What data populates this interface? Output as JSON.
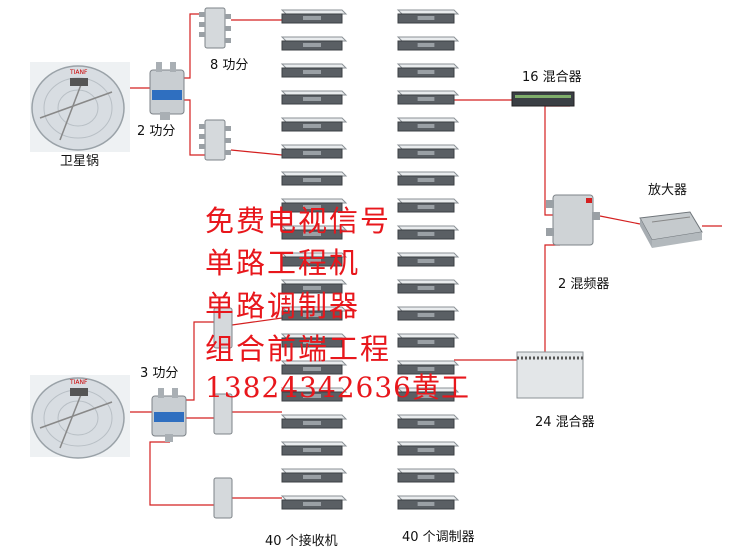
{
  "labels": {
    "eight_split": "8 功分",
    "two_split": "2 功分",
    "satellite_dish": "卫星锅",
    "mixer16": "16 混合器",
    "amplifier": "放大器",
    "diplexer": "2 混频器",
    "three_split": "3 功分",
    "mixer24": "24 混合器",
    "receivers": "40 个接收机",
    "modulators": "40 个调制器"
  },
  "promo": {
    "line1": "免费电视信号",
    "line2": "单路工程机",
    "line3": "单路调制器",
    "line4": "组合前端工程",
    "line5": "13824342636黄工"
  },
  "colors": {
    "cable": "#d42020",
    "promo_text": "#e8171c",
    "device_body": "#cfd3d6",
    "device_dark": "#5a5f64",
    "dish": "#d8dde2"
  }
}
